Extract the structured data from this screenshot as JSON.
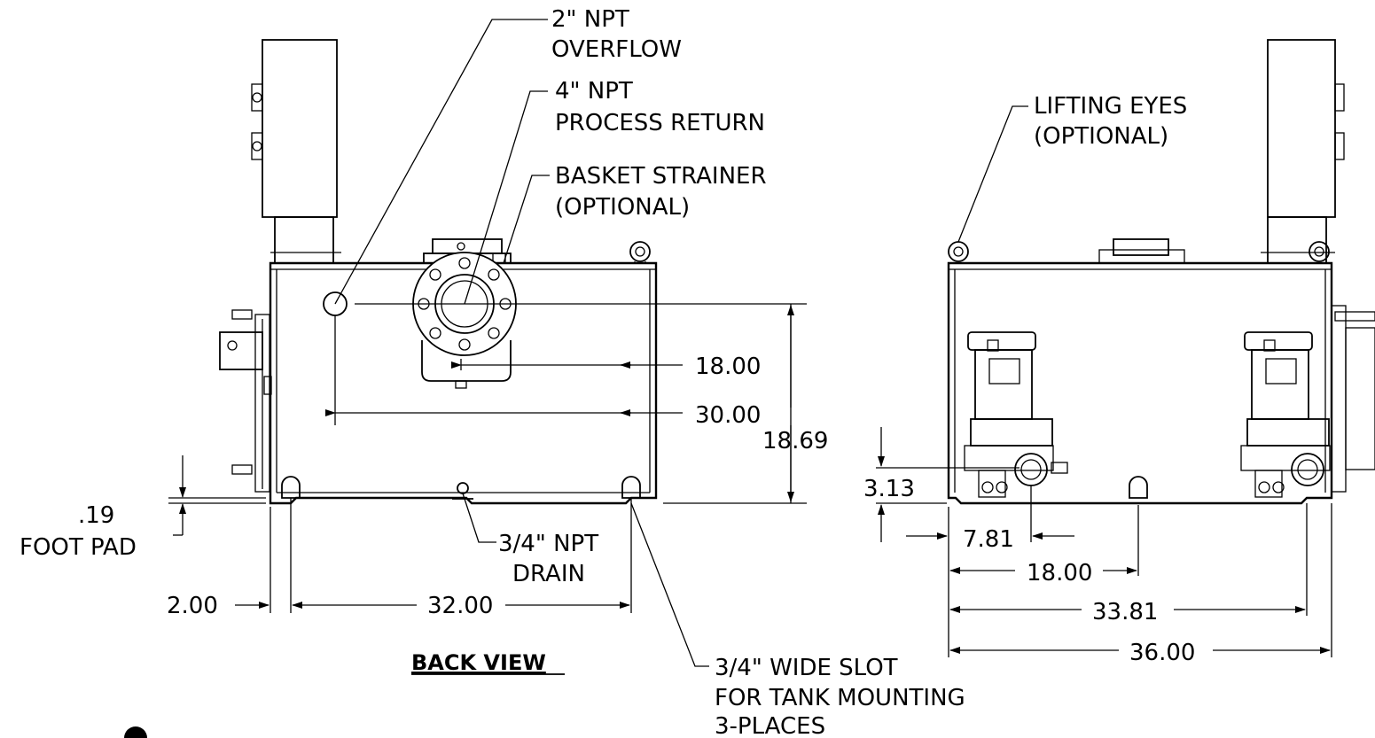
{
  "back_view": {
    "title": "BACK VIEW",
    "callouts": {
      "overflow": [
        "2\" NPT",
        "OVERFLOW"
      ],
      "process_return": [
        "4\" NPT",
        "PROCESS RETURN"
      ],
      "basket_strainer": [
        "BASKET STRAINER",
        "(OPTIONAL)"
      ],
      "drain": [
        "3/4\" NPT",
        "DRAIN"
      ],
      "foot_pad": [
        ".19",
        "FOOT PAD"
      ],
      "slot": [
        "3/4\" WIDE SLOT",
        "FOR TANK MOUNTING",
        "3-PLACES"
      ]
    },
    "dimensions": {
      "strainer_offset": "18.00",
      "overflow_offset": "30.00",
      "height": "18.69",
      "edge_offset": "2.00",
      "foot_spacing": "32.00"
    }
  },
  "side_view": {
    "callouts": {
      "lifting_eyes": [
        "LIFTING EYES",
        "(OPTIONAL)"
      ]
    },
    "dimensions": {
      "outlet_height": "3.13",
      "outlet_offset": "7.81",
      "pump_spacing": "18.00",
      "foot_width": "33.81",
      "overall_width": "36.00"
    }
  }
}
